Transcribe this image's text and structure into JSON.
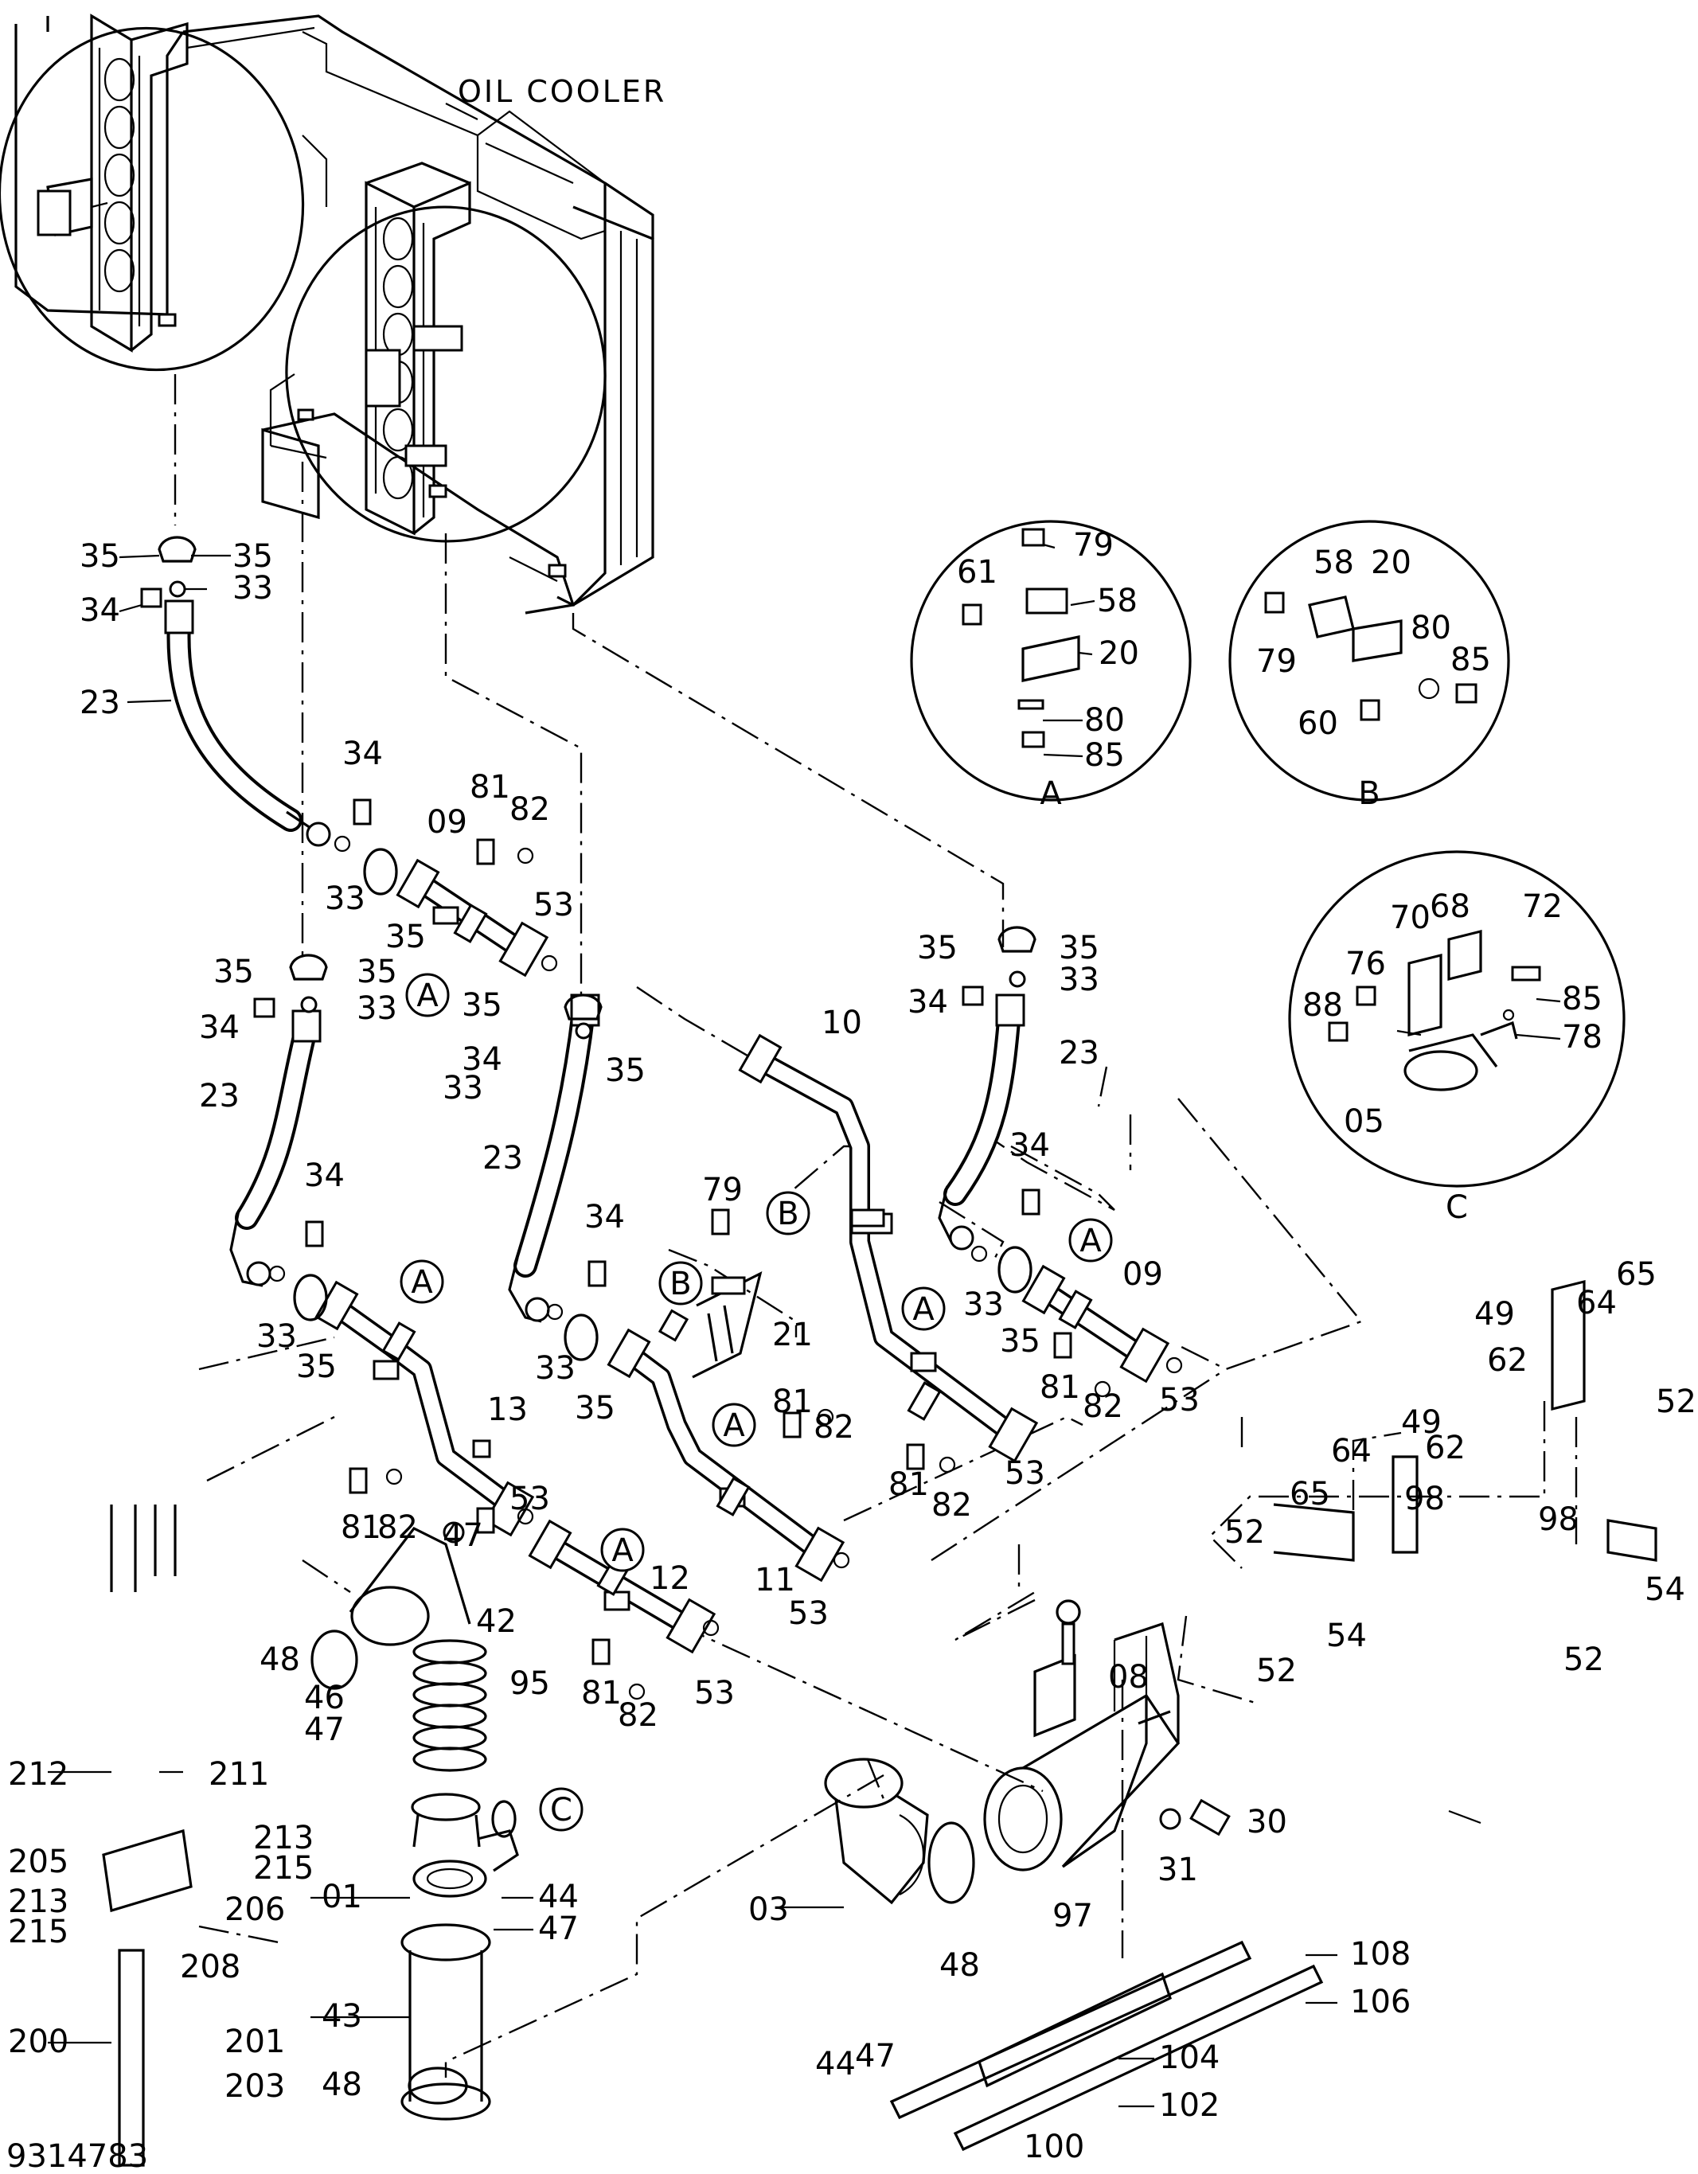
{
  "title": "OIL  COOLER",
  "drawing_number": "9314783",
  "detail_views": [
    {
      "letter": "A",
      "labels": [
        "79",
        "61",
        "58",
        "20",
        "80",
        "85"
      ]
    },
    {
      "letter": "B",
      "labels": [
        "58",
        "20",
        "80",
        "85",
        "79",
        "60"
      ]
    },
    {
      "letter": "C",
      "labels": [
        "70",
        "68",
        "72",
        "76",
        "88",
        "85",
        "78",
        "05"
      ]
    }
  ],
  "callouts": [
    {
      "text": "35"
    },
    {
      "text": "35"
    },
    {
      "text": "33"
    },
    {
      "text": "34"
    },
    {
      "text": "23"
    },
    {
      "text": "34"
    },
    {
      "text": "81"
    },
    {
      "text": "82"
    },
    {
      "text": "09"
    },
    {
      "text": "33"
    },
    {
      "text": "35"
    },
    {
      "text": "53"
    },
    {
      "text": "35"
    },
    {
      "text": "35"
    },
    {
      "text": "33"
    },
    {
      "text": "34"
    },
    {
      "text": "35"
    },
    {
      "text": "34"
    },
    {
      "text": "35"
    },
    {
      "text": "33"
    },
    {
      "text": "23"
    },
    {
      "text": "23"
    },
    {
      "text": "34"
    },
    {
      "text": "33"
    },
    {
      "text": "35"
    },
    {
      "text": "34"
    },
    {
      "text": "33"
    },
    {
      "text": "35"
    },
    {
      "text": "13"
    },
    {
      "text": "79"
    },
    {
      "text": "21"
    },
    {
      "text": "81"
    },
    {
      "text": "82"
    },
    {
      "text": "11"
    },
    {
      "text": "53"
    },
    {
      "text": "53"
    },
    {
      "text": "81"
    },
    {
      "text": "82"
    },
    {
      "text": "47"
    },
    {
      "text": "42"
    },
    {
      "text": "12"
    },
    {
      "text": "81"
    },
    {
      "text": "82"
    },
    {
      "text": "53"
    },
    {
      "text": "10"
    },
    {
      "text": "35"
    },
    {
      "text": "35"
    },
    {
      "text": "34"
    },
    {
      "text": "33"
    },
    {
      "text": "23"
    },
    {
      "text": "34"
    },
    {
      "text": "33"
    },
    {
      "text": "35"
    },
    {
      "text": "09"
    },
    {
      "text": "81"
    },
    {
      "text": "82"
    },
    {
      "text": "53"
    },
    {
      "text": "81"
    },
    {
      "text": "82"
    },
    {
      "text": "53"
    },
    {
      "text": "65"
    },
    {
      "text": "64"
    },
    {
      "text": "49"
    },
    {
      "text": "62"
    },
    {
      "text": "52"
    },
    {
      "text": "98"
    },
    {
      "text": "54"
    },
    {
      "text": "49"
    },
    {
      "text": "62"
    },
    {
      "text": "64"
    },
    {
      "text": "65"
    },
    {
      "text": "98"
    },
    {
      "text": "52"
    },
    {
      "text": "52"
    },
    {
      "text": "54"
    },
    {
      "text": "52"
    },
    {
      "text": "48"
    },
    {
      "text": "46"
    },
    {
      "text": "47"
    },
    {
      "text": "95"
    },
    {
      "text": "212"
    },
    {
      "text": "211"
    },
    {
      "text": "213"
    },
    {
      "text": "215"
    },
    {
      "text": "205"
    },
    {
      "text": "213"
    },
    {
      "text": "215"
    },
    {
      "text": "206"
    },
    {
      "text": "208"
    },
    {
      "text": "01"
    },
    {
      "text": "44"
    },
    {
      "text": "47"
    },
    {
      "text": "43"
    },
    {
      "text": "200"
    },
    {
      "text": "201"
    },
    {
      "text": "203"
    },
    {
      "text": "48"
    },
    {
      "text": "08"
    },
    {
      "text": "30"
    },
    {
      "text": "31"
    },
    {
      "text": "97"
    },
    {
      "text": "03"
    },
    {
      "text": "48"
    },
    {
      "text": "44"
    },
    {
      "text": "47"
    },
    {
      "text": "108"
    },
    {
      "text": "106"
    },
    {
      "text": "104"
    },
    {
      "text": "102"
    },
    {
      "text": "100"
    }
  ],
  "view_markers": [
    {
      "letter": "A"
    },
    {
      "letter": "A"
    },
    {
      "letter": "A"
    },
    {
      "letter": "A"
    },
    {
      "letter": "A"
    },
    {
      "letter": "A"
    },
    {
      "letter": "B"
    },
    {
      "letter": "B"
    },
    {
      "letter": "C"
    }
  ]
}
